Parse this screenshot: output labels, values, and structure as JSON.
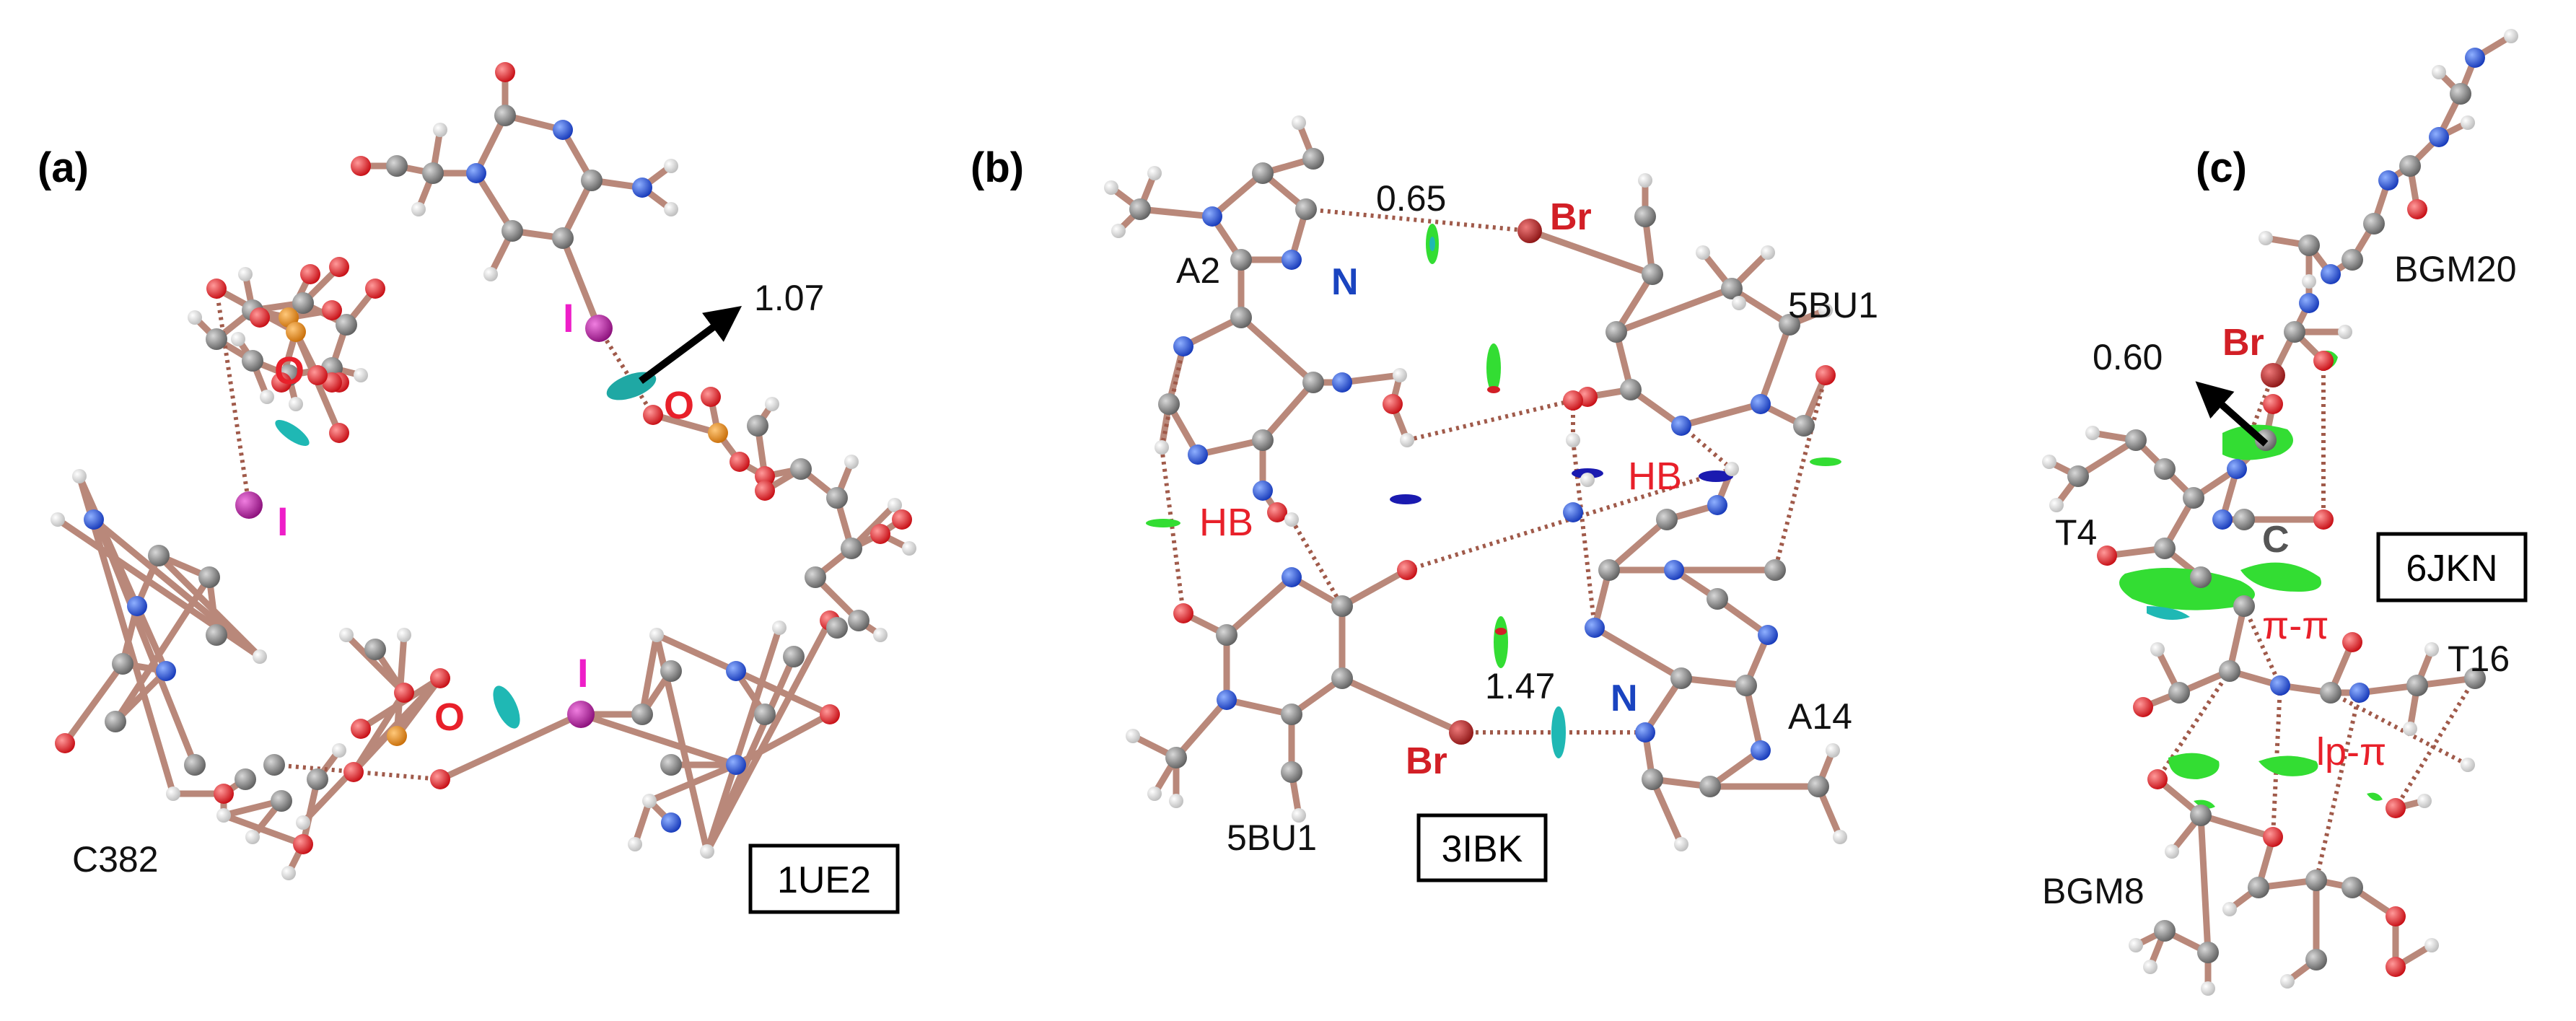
{
  "panels": [
    {
      "id": "a",
      "label": "(a)",
      "pdb": "1UE2",
      "value": "1.07",
      "residue": "C382",
      "atoms": {
        "o1": "O",
        "o2": "O",
        "o3": "O",
        "i1": "I",
        "i2": "I",
        "i3": "I"
      }
    },
    {
      "id": "b",
      "label": "(b)",
      "pdb": "3IBK",
      "values": {
        "top": "0.65",
        "bottom": "1.47"
      },
      "residues": {
        "a2": "A2",
        "bu_top": "5BU1",
        "bu_bottom": "5BU1",
        "a14": "A14"
      },
      "atoms": {
        "br_top": "Br",
        "br_bottom": "Br",
        "n_top": "N",
        "n_bottom": "N"
      },
      "hb": {
        "left": "HB",
        "right": "HB"
      }
    },
    {
      "id": "c",
      "label": "(c)",
      "pdb": "6JKN",
      "value": "0.60",
      "residues": {
        "bgm20": "BGM20",
        "t4": "T4",
        "t16": "T16",
        "bgm8": "BGM8"
      },
      "atoms": {
        "br": "Br",
        "c": "C"
      },
      "interactions": {
        "pipi": "π-π",
        "lppi": "lp-π"
      }
    }
  ],
  "colors": {
    "carbon": "#777777",
    "nitrogen": "#1f4fd8",
    "oxygen": "#e8101a",
    "hydrogen": "#e0e0e0",
    "iodine": "#b0199a",
    "phosphorus": "#e38a12",
    "bromine": "#a31f1f",
    "bond": "#b9887a",
    "isosurface_green": "#33dd33",
    "isosurface_cyan": "#1fb8b4",
    "isosurface_blue": "#1a1ab0"
  }
}
